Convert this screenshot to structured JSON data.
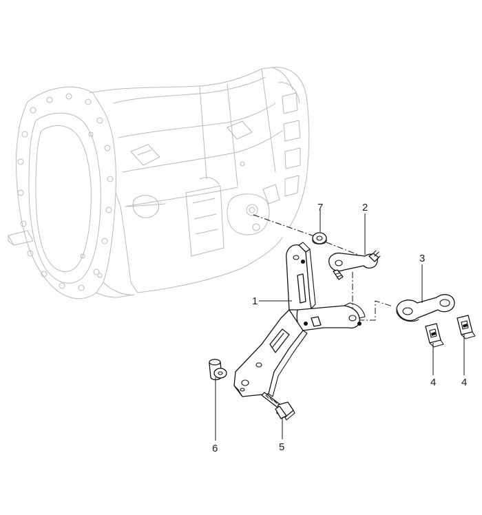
{
  "callouts": {
    "c1": "1",
    "c2": "2",
    "c3": "3",
    "c4a": "4",
    "c4b": "4",
    "c5": "5",
    "c6": "6",
    "c7": "7"
  }
}
